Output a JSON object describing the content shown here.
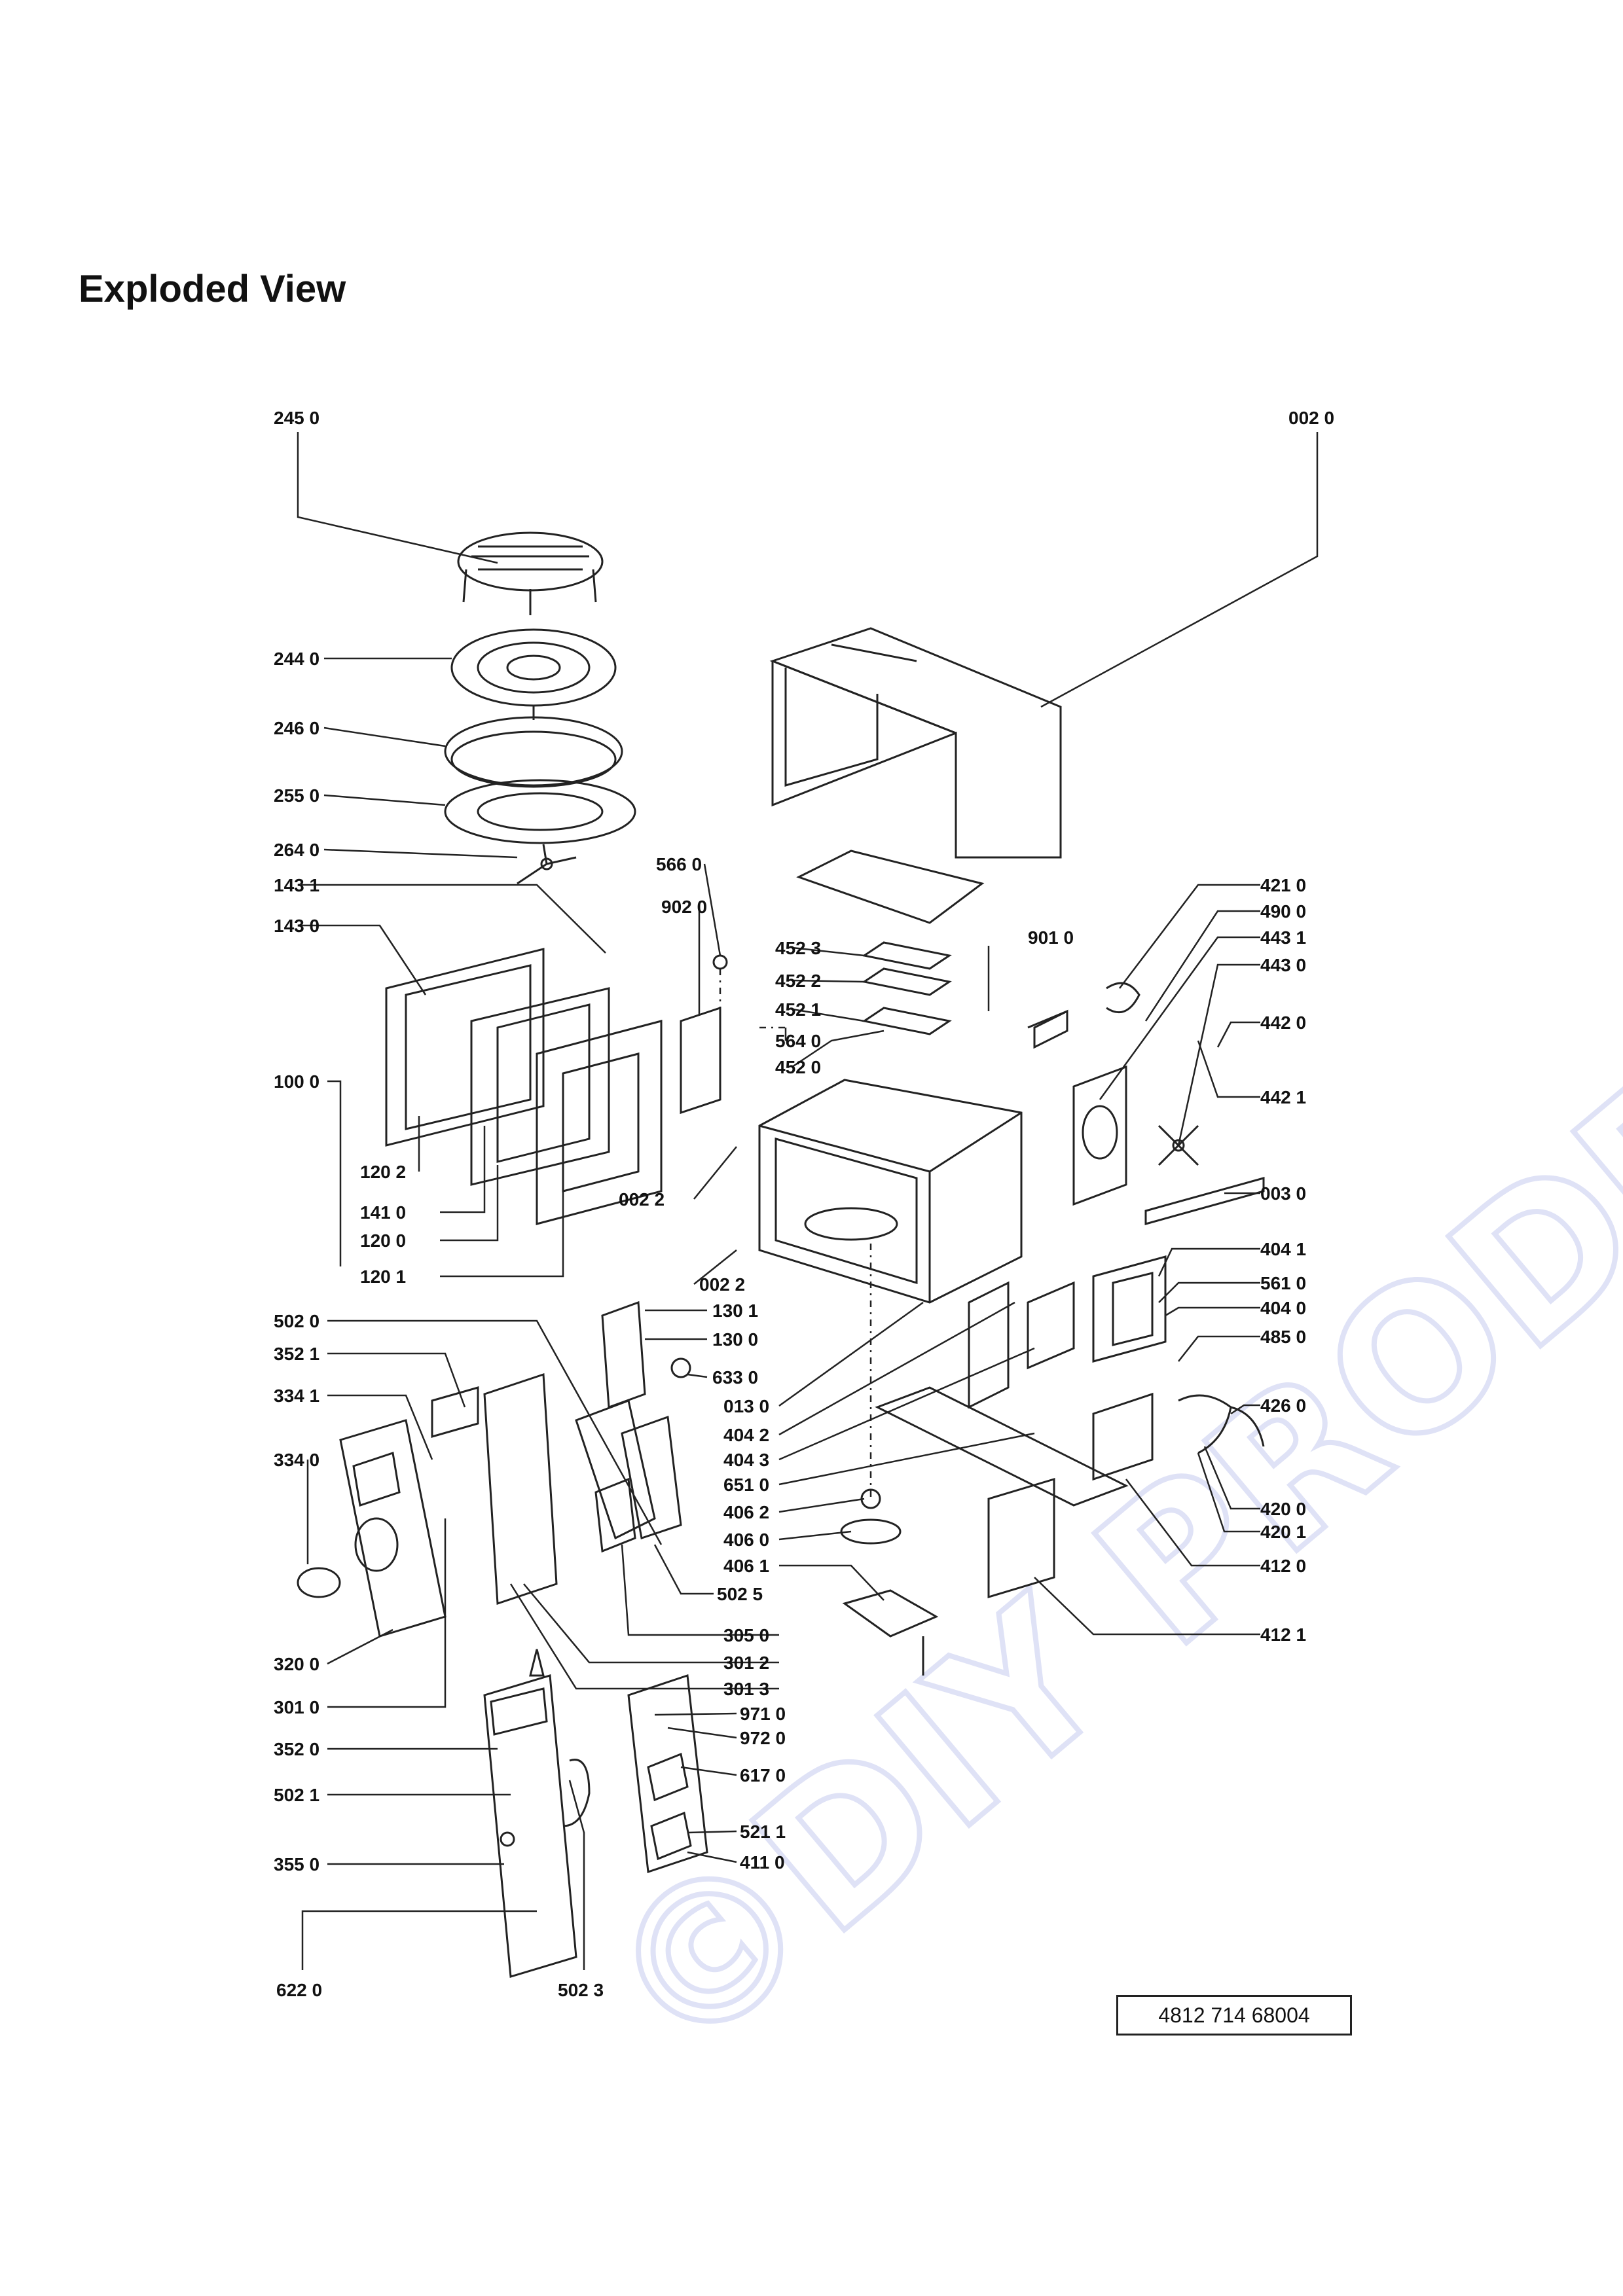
{
  "title": "Exploded View",
  "watermark": "©DIY PRODEJ.cz",
  "doc_number": "4812 714 68004",
  "labels": [
    {
      "text": "245 0"
    },
    {
      "text": "002 0"
    },
    {
      "text": "244 0"
    },
    {
      "text": "246 0"
    },
    {
      "text": "255 0"
    },
    {
      "text": "264 0"
    },
    {
      "text": "566 0"
    },
    {
      "text": "143 1"
    },
    {
      "text": "902 0"
    },
    {
      "text": "143 0"
    },
    {
      "text": "452 3"
    },
    {
      "text": "452 2"
    },
    {
      "text": "452 1"
    },
    {
      "text": "564 0"
    },
    {
      "text": "452 0"
    },
    {
      "text": "901 0"
    },
    {
      "text": "421 0"
    },
    {
      "text": "490 0"
    },
    {
      "text": "443 1"
    },
    {
      "text": "443 0"
    },
    {
      "text": "442 0"
    },
    {
      "text": "442 1"
    },
    {
      "text": "100 0"
    },
    {
      "text": "003 0"
    },
    {
      "text": "120 2"
    },
    {
      "text": "141 0"
    },
    {
      "text": "120 0"
    },
    {
      "text": "120 1"
    },
    {
      "text": "002 2"
    },
    {
      "text": "002 2"
    },
    {
      "text": "404 1"
    },
    {
      "text": "561 0"
    },
    {
      "text": "404 0"
    },
    {
      "text": "485 0"
    },
    {
      "text": "502 0"
    },
    {
      "text": "130 1"
    },
    {
      "text": "130 0"
    },
    {
      "text": "352 1"
    },
    {
      "text": "633 0"
    },
    {
      "text": "334 1"
    },
    {
      "text": "013 0"
    },
    {
      "text": "426 0"
    },
    {
      "text": "404 2"
    },
    {
      "text": "404 3"
    },
    {
      "text": "334 0"
    },
    {
      "text": "651 0"
    },
    {
      "text": "406 2"
    },
    {
      "text": "420 0"
    },
    {
      "text": "406 0"
    },
    {
      "text": "420 1"
    },
    {
      "text": "502 5"
    },
    {
      "text": "406 1"
    },
    {
      "text": "412 0"
    },
    {
      "text": "305 0"
    },
    {
      "text": "412 1"
    },
    {
      "text": "320 0"
    },
    {
      "text": "301 2"
    },
    {
      "text": "301 3"
    },
    {
      "text": "301 0"
    },
    {
      "text": "971 0"
    },
    {
      "text": "972 0"
    },
    {
      "text": "352 0"
    },
    {
      "text": "617 0"
    },
    {
      "text": "502 1"
    },
    {
      "text": "521 1"
    },
    {
      "text": "355 0"
    },
    {
      "text": "411 0"
    },
    {
      "text": "622 0"
    },
    {
      "text": "502 3"
    }
  ]
}
